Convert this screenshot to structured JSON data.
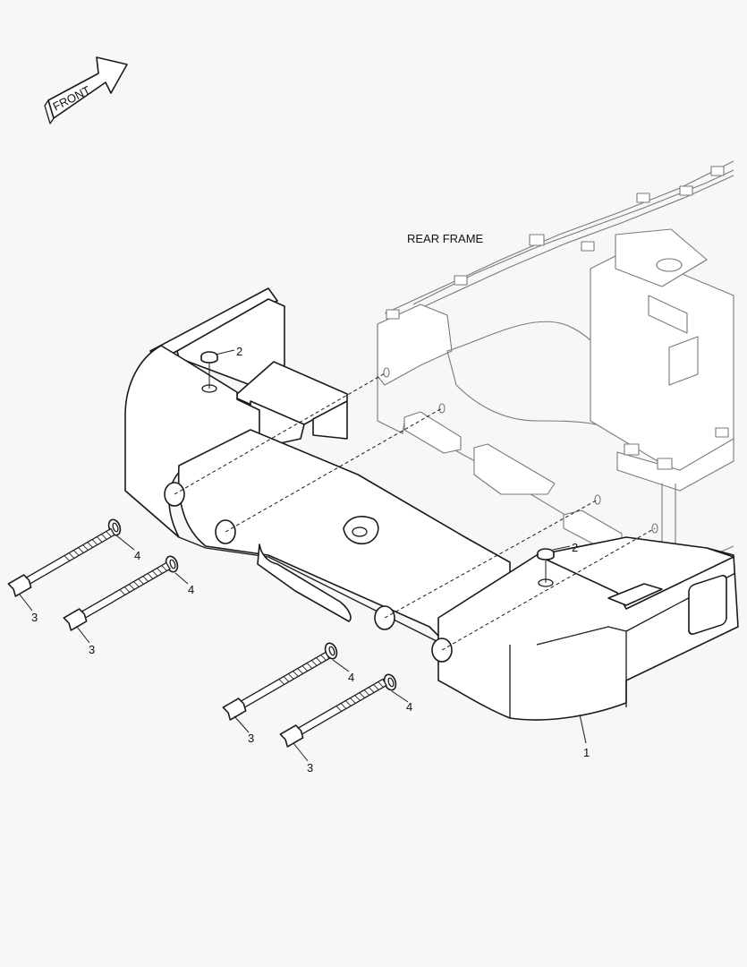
{
  "front_arrow": {
    "label": "FRONT"
  },
  "rear_frame_label": "REAR FRAME",
  "callouts": {
    "counterweight": "1",
    "plug_left": "2",
    "plug_right": "2",
    "bolt_1": "3",
    "bolt_2": "3",
    "bolt_3": "3",
    "bolt_4": "3",
    "washer_1": "4",
    "washer_2": "4",
    "washer_3": "4",
    "washer_4": "4"
  }
}
